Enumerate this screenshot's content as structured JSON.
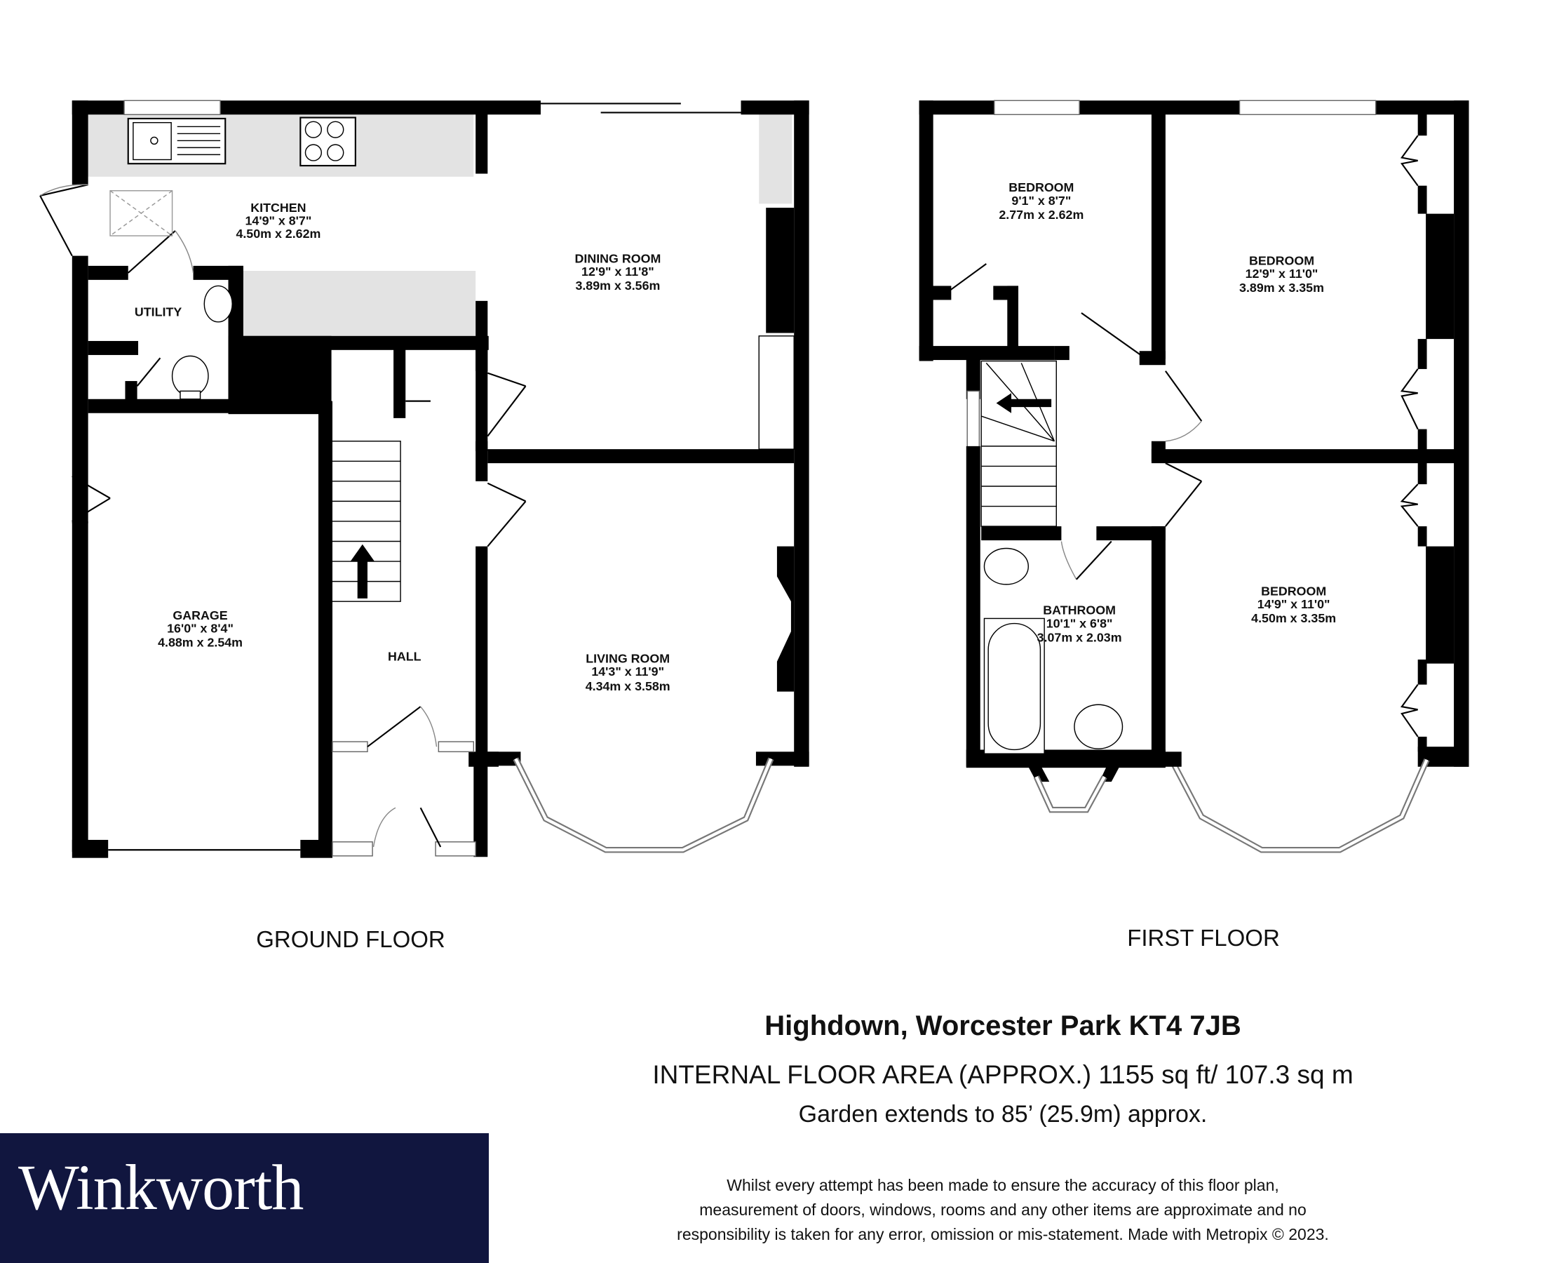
{
  "ground_floor": {
    "label": "GROUND FLOOR",
    "rooms": [
      {
        "name": "KITCHEN",
        "imperial": "14'9\"  x 8'7\"",
        "metric": "4.50m  x 2.62m"
      },
      {
        "name": "UTILITY"
      },
      {
        "name": "DINING ROOM",
        "imperial": "12'9\"  x 11'8\"",
        "metric": "3.89m  x 3.56m"
      },
      {
        "name": "GARAGE",
        "imperial": "16'0\"  x 8'4\"",
        "metric": "4.88m  x 2.54m"
      },
      {
        "name": "HALL"
      },
      {
        "name": "LIVING ROOM",
        "imperial": "14'3\"  x 11'9\"",
        "metric": "4.34m  x 3.58m"
      }
    ]
  },
  "first_floor": {
    "label": "FIRST FLOOR",
    "rooms": [
      {
        "name": "BEDROOM",
        "imperial": "9'1\"  x 8'7\"",
        "metric": "2.77m  x 2.62m"
      },
      {
        "name": "BEDROOM",
        "imperial": "12'9\"  x 11'0\"",
        "metric": "3.89m  x 3.35m"
      },
      {
        "name": "BEDROOM",
        "imperial": "14'9\"  x 11'0\"",
        "metric": "4.50m  x 3.35m"
      },
      {
        "name": "BATHROOM",
        "imperial": "10'1\"  x 6'8\"",
        "metric": "3.07m  x 2.03m"
      }
    ]
  },
  "property": {
    "address": "Highdown, Worcester Park KT4 7JB",
    "floor_area": "INTERNAL FLOOR AREA (APPROX.) 1155 sq ft/ 107.3 sq m",
    "garden": "Garden extends to 85’ (25.9m) approx."
  },
  "disclaimer": [
    "Whilst every attempt has been made to ensure the accuracy of this floor plan,",
    "measurement of doors, windows, rooms and any other items are approximate and no",
    "responsibility is taken for any error, omission or mis-statement. Made with Metropix © 2023."
  ],
  "brand": {
    "name": "Winkworth",
    "color": "#11163f"
  }
}
